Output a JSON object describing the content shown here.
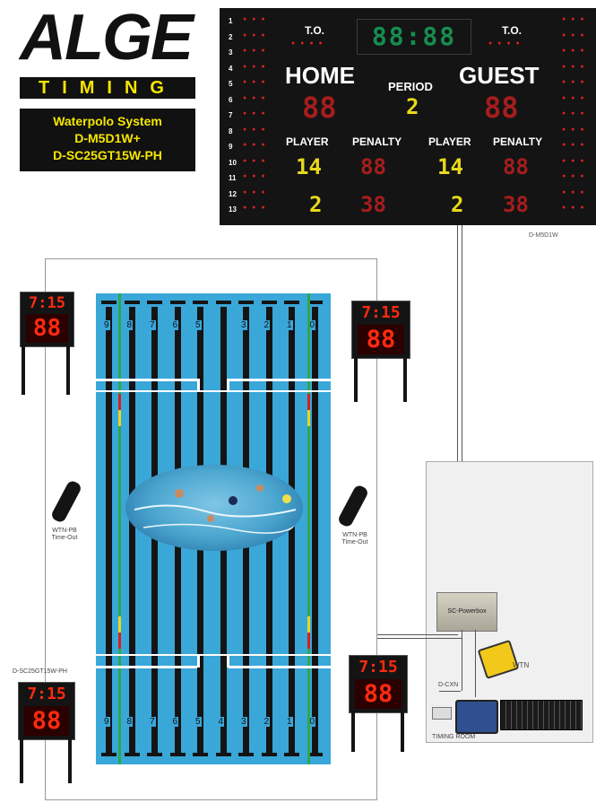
{
  "logo": {
    "word": "ALGE",
    "bar": "TIMING"
  },
  "system": {
    "line1": "Waterpolo System",
    "line2": "D-M5D1W+",
    "line3": "D-SC25GT15W-PH"
  },
  "scoreboard": {
    "to_left": "T.O.",
    "to_right": "T.O.",
    "home": "HOME",
    "guest": "GUEST",
    "period": "PERIOD",
    "clock": "88:88",
    "period_value": "2",
    "home_score": "88",
    "guest_score": "88",
    "player_left": "PLAYER",
    "penalty_left": "PENALTY",
    "player_right": "PLAYER",
    "penalty_right": "PENALTY",
    "home_player1": "14",
    "home_penalty1": "88",
    "guest_player1": "14",
    "guest_penalty1": "88",
    "home_player2": "2",
    "home_penalty2": "38",
    "guest_player2": "2",
    "guest_penalty2": "38",
    "row_numbers": [
      "1",
      "2",
      "3",
      "4",
      "5",
      "6",
      "7",
      "8",
      "9",
      "10",
      "11",
      "12",
      "13"
    ],
    "caption": "D-M5D1W",
    "colors": {
      "red": "#d62020",
      "green": "#17a35a",
      "yellow": "#e8d81a"
    }
  },
  "pool": {
    "lanes_top": [
      "9",
      "8",
      "7",
      "6",
      "5",
      "",
      "3",
      "2",
      "1",
      "0"
    ],
    "lanes_bottom": [
      "9",
      "8",
      "7",
      "6",
      "5",
      "4",
      "3",
      "2",
      "1",
      "0"
    ]
  },
  "shot_clock": {
    "time": "7:15",
    "count": "88"
  },
  "devices": {
    "wtn_pb_left": "WTN-PB\nTime-Out",
    "wtn_pb_right": "WTN-PB\nTime-Out",
    "shot_clock_label": "D-SC25GT15W-PH",
    "powerbox": "SC-Powerbox",
    "wtn": "WTN",
    "dcxn": "D-CXN",
    "timing_room": "TIMING ROOM"
  }
}
